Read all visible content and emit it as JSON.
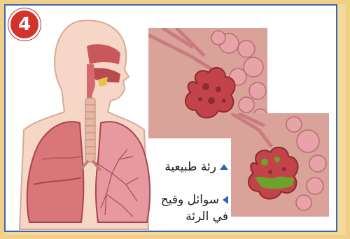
{
  "badge": {
    "number": "4"
  },
  "labels": {
    "normal_lung": "رئة طبيعية",
    "fluid_line1": "سوائل وقيح",
    "fluid_line2": "في الرئة"
  },
  "colors": {
    "frame": "#f2cf86",
    "border": "#3a66b0",
    "badge": "#d3332b",
    "tissue": "#c94a4f",
    "fluid": "#6ea32b"
  },
  "icons": {
    "normal_marker": "blue-up-triangle",
    "fluid_marker": "blue-left-triangle"
  }
}
